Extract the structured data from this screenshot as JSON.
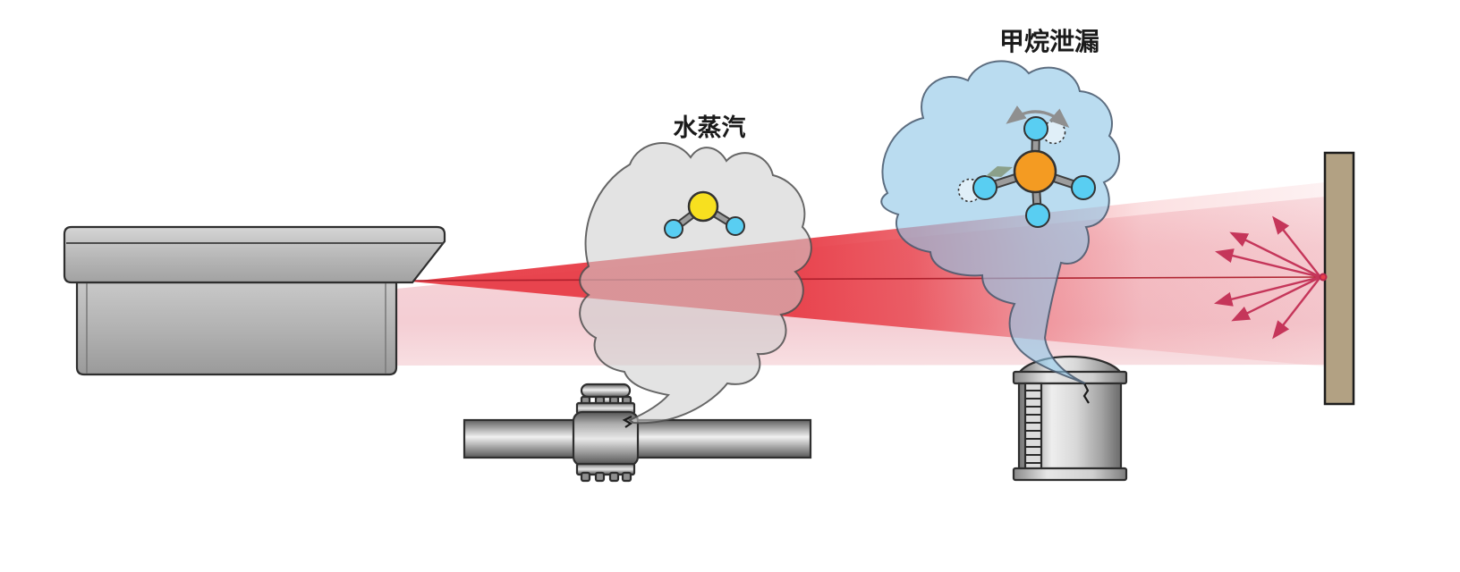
{
  "labels": {
    "water_vapor": "水蒸汽",
    "methane_leak": "甲烷泄漏"
  },
  "colors": {
    "beam_red": "#e8404a",
    "beam_pink": "#f4ced4",
    "beam_center_line": "#ad1f2b",
    "scatter_arrow": "#c5365a",
    "water_cloud_fill": "#cfcfcf",
    "water_cloud_stroke": "#4d4d4d",
    "methane_cloud_fill": "#8fc6e6",
    "methane_cloud_stroke": "#46576b",
    "wall": "#b2a183",
    "oxygen": "#f7e01f",
    "hydrogen": "#59cef2",
    "carbon": "#f49b22",
    "bond": "#9c9c9c",
    "metal_outline": "#2e2e2e",
    "motion_arrow": "#8f8f8f",
    "vibration_arrow": "#8ba08a",
    "label_text": "#1a1a1a"
  },
  "components": [
    "laser-camera",
    "divergent-laser-beam",
    "beam-center-line",
    "water-vapor-cloud",
    "water-molecule",
    "pipeline-valve",
    "methane-cloud",
    "methane-molecule",
    "storage-tank",
    "target-wall",
    "backscattered-light"
  ]
}
